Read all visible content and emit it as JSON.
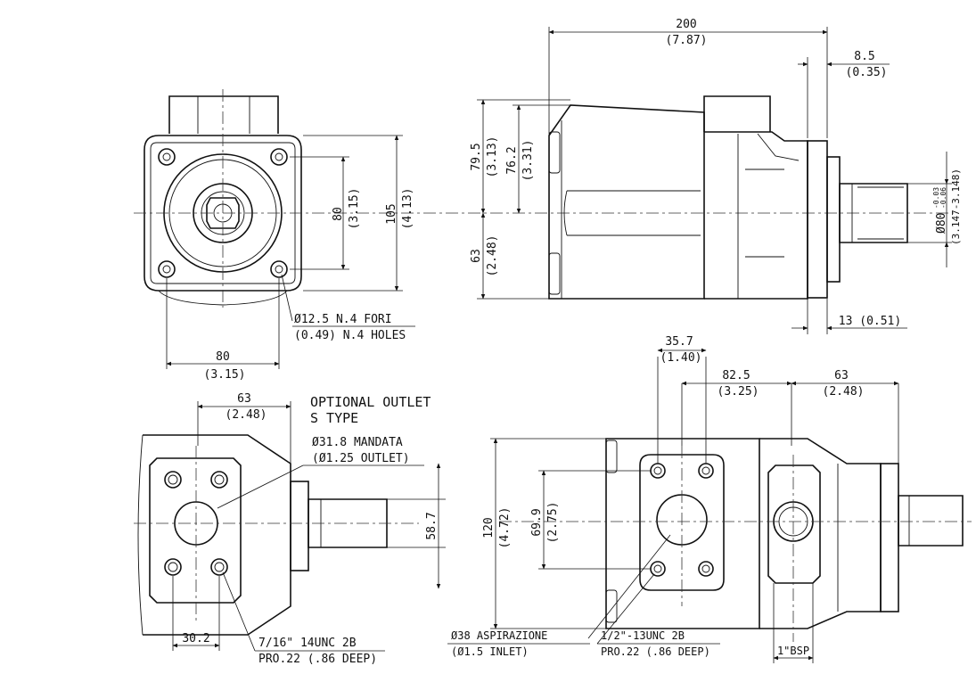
{
  "front_view": {
    "height_80": "80",
    "height_80_in": "(3.15)",
    "height_105": "105",
    "height_105_in": "(4.13)",
    "width_80": "80",
    "width_80_in": "(3.15)",
    "holes_line1": "Ø12.5  N.4 FORI",
    "holes_line2": "(0.49) N.4 HOLES"
  },
  "side_view": {
    "length_200": "200",
    "length_200_in": "(7.87)",
    "offset_85": "8.5",
    "offset_85_in": "(0.35)",
    "upper_795": "79.5",
    "upper_795_in": "(3.13)",
    "upper_762": "76.2",
    "upper_762_in": "(3.31)",
    "lower_63": "63",
    "lower_63_in": "(2.48)",
    "shaft_dia": "Ø80",
    "shaft_tol_up": "-0.03",
    "shaft_tol_low": "-0.06",
    "shaft_dia_in": "(3.147-3.148)",
    "shaft_len": "13 (0.51)"
  },
  "outlet_view": {
    "title_line1": "OPTIONAL OUTLET",
    "title_line2": "S TYPE",
    "width_63": "63",
    "width_63_in": "(2.48)",
    "mandata_line1": "Ø31.8 MANDATA",
    "mandata_line2": "(Ø1.25 OUTLET)",
    "height_587": "58.7",
    "spacing_302": "30.2",
    "thread_line1": "7/16\" 14UNC 2B",
    "thread_line2": "PRO.22 (.86 DEEP)"
  },
  "inlet_view": {
    "dim_357": "35.7",
    "dim_357_in": "(1.40)",
    "dim_825": "82.5",
    "dim_825_in": "(3.25)",
    "dim_63": "63",
    "dim_63_in": "(2.48)",
    "height_120": "120",
    "height_120_in": "(4.72)",
    "height_699": "69.9",
    "height_699_in": "(2.75)",
    "aspirazione_line1": "Ø38 ASPIRAZIONE",
    "aspirazione_line2": "(Ø1.5 INLET)",
    "thread_line1": "1/2\"-13UNC 2B",
    "thread_line2": "PRO.22 (.86 DEEP)",
    "bsp": "1\"BSP"
  }
}
